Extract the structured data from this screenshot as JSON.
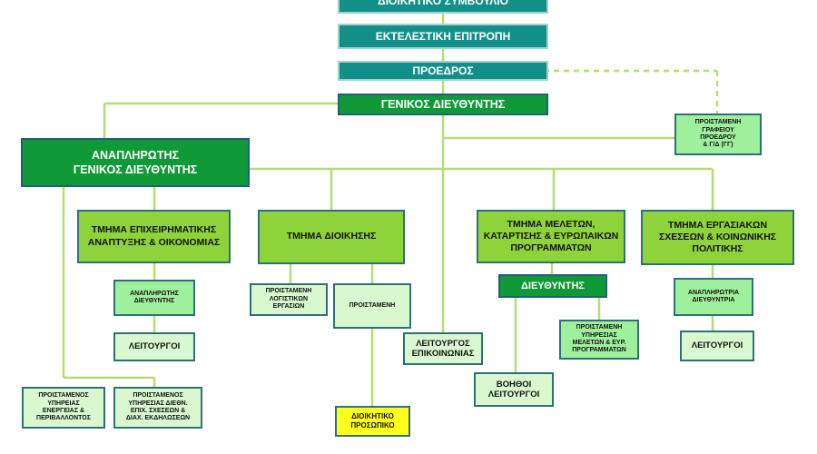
{
  "colors": {
    "teal": "#138f8a",
    "dark_green": "#0f9a37",
    "medium_green": "#8fd33a",
    "light_green": "#9ff09c",
    "pale_green": "#d9f8cf",
    "yellow": "#ffff19",
    "connector": "#b5dd76"
  },
  "boxes": {
    "board": "ΔΙΟΙΚΗΤΙΚΟ ΣΥΜΒΟΥΛΙΟ",
    "executive": "ΕΚΤΕΛΕΣΤΙΚΗ ΕΠΙΤΡΟΠΗ",
    "president": "ΠΡΟΕΔΡΟΣ",
    "general_director": "ΓΕΝΙΚΟΣ ΔΙΕΥΘΥΝΤΗΣ",
    "deputy_general_director": "ΑΝΑΠΛΗΡΩΤΗΣ\nΓΕΝΙΚΟΣ ΔΙΕΥΘΥΝΤΗΣ",
    "office_head": "ΠΡΟΙΣΤΑΜΕΝΗ\nΓΡΑΦΕΙΟΥ\nΠΡΟΕΔΡΟΥ\n& Γ/Δ (ΓΓ)",
    "dept_business": "ΤΜΗΜΑ ΕΠΙΧΕΙΡΗΜΑΤΙΚΗΣ\nΑΝΑΠΤΥΞΗΣ & ΟΙΚΟΝΟΜΙΑΣ",
    "dept_admin": "ΤΜΗΜΑ ΔΙΟΙΚΗΣΗΣ",
    "dept_studies": "ΤΜΗΜΑ ΜΕΛΕΤΩΝ,\nΚΑΤΑΡΤΙΣΗΣ & ΕΥΡΩΠΑΙΚΩΝ\nΠΡΟΓΡΑΜΜΑΤΩΝ",
    "dept_labour": "ΤΜΗΜΑ ΕΡΓΑΣΙΑΚΩΝ\nΣΧΕΣΕΩΝ & ΚΟΙΝΩΝΙΚΗΣ\nΠΟΛΙΤΙΚΗΣ",
    "business_deputy_director": "ΑΝΑΠΛΗΡΩΤΗΣ\nΔΙΕΥΘΥΝΤΗΣ",
    "business_officers": "ΛΕΙΤΟΥΡΓΟΙ",
    "accounting_head": "ΠΡΟΙΣΤΑΜΕΝΗ\nΛΟΓΙΣΤΙΚΩΝ\nΕΡΓΑΣΙΩΝ",
    "admin_head": "ΠΡΟΙΣΤΑΜΕΝΗ",
    "admin_staff": "ΔΙΟΙΚΗΤΙΚΟ\nΠΡΟΣΩΠΙΚΟ",
    "communications_officer": "ΛΕΙΤΟΥΡΓΟΣ\nΕΠΙΚΟΙΝΩΝΙΑΣ",
    "studies_director": "ΔΙΕΥΘΥΝΤΗΣ",
    "studies_service_head": "ΠΡΟΙΣΤΑΜΕΝΗ\nΥΠΗΡΕΣΙΑΣ\nΜΕΛΕΤΩΝ & ΕΥΡ.\nΠΡΟΓΡΑΜΜΑΤΩΝ",
    "assistant_officers": "ΒΟΗΘΟΙ\nΛΕΙΤΟΥΡΓΟΙ",
    "labour_deputy_director": "ΑΝΑΠΛΗΡΩΤΡΙΑ\nΔΙΕΥΘΥΝΤΡΙΑ",
    "labour_officers": "ΛΕΙΤΟΥΡΓΟΙ",
    "energy_head": "ΠΡΟΙΣΤΑΜΕΝΟΣ\nΥΠΗΡΕΙΑΣ\nΕΝΕΡΓΕΙΑΣ &\nΠΕΡΙΒΑΛΛΟΝΤΟΣ",
    "intl_relations_head": "ΠΡΟΙΣΤΑΜΕΝΟΣ\nΥΠΗΡΕΣΙΑΣ ΔΙΕΘΝ.\nΕΠΙΧ. ΣΧΕΣΕΩΝ &\nΔΙΑΧ. ΕΚΔΗΛΩΣΕΩΝ"
  }
}
